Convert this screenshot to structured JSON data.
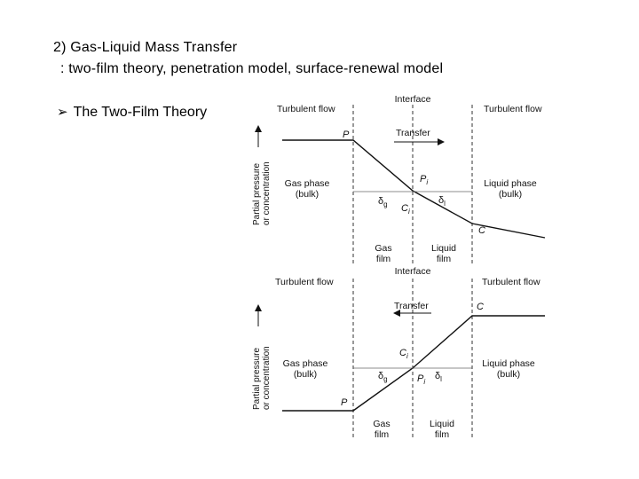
{
  "heading": {
    "line1": "2) Gas-Liquid  Mass Transfer",
    "line2": ": two-film  theory, penetration  model, surface-renewal  model"
  },
  "bullet": {
    "icon": "arrow-bullet-icon",
    "text": "The Two-Film Theory"
  },
  "diagram_top": {
    "interface": "Interface",
    "turbulent_left": "Turbulent flow",
    "turbulent_right": "Turbulent flow",
    "transfer": "Transfer",
    "p": "P",
    "pi": "P",
    "pi_sub": "i",
    "ci": "C",
    "ci_sub": "i",
    "c": "C",
    "delta_g": "δ",
    "delta_g_sub": "g",
    "delta_l": "δ",
    "delta_l_sub": "l",
    "gas_phase_1": "Gas phase",
    "gas_phase_2": "(bulk)",
    "liquid_phase_1": "Liquid phase",
    "liquid_phase_2": "(bulk)",
    "gas_film_1": "Gas",
    "gas_film_2": "film",
    "liquid_film_1": "Liquid",
    "liquid_film_2": "film",
    "yaxis_1": "Partial pressure",
    "yaxis_2": "or concentration"
  },
  "diagram_bottom": {
    "interface": "Interface",
    "turbulent_left": "Turbulent flow",
    "turbulent_right": "Turbulent flow",
    "transfer": "Transfer",
    "c": "C",
    "ci": "C",
    "ci_sub": "i",
    "pi": "P",
    "pi_sub": "i",
    "p": "P",
    "delta_g": "δ",
    "delta_g_sub": "g",
    "delta_l": "δ",
    "delta_l_sub": "l",
    "gas_phase_1": "Gas phase",
    "gas_phase_2": "(bulk)",
    "liquid_phase_1": "Liquid phase",
    "liquid_phase_2": "(bulk)",
    "gas_film_1": "Gas",
    "gas_film_2": "film",
    "liquid_film_1": "Liquid",
    "liquid_film_2": "film",
    "yaxis_1": "Partial pressure",
    "yaxis_2": "or concentration"
  }
}
